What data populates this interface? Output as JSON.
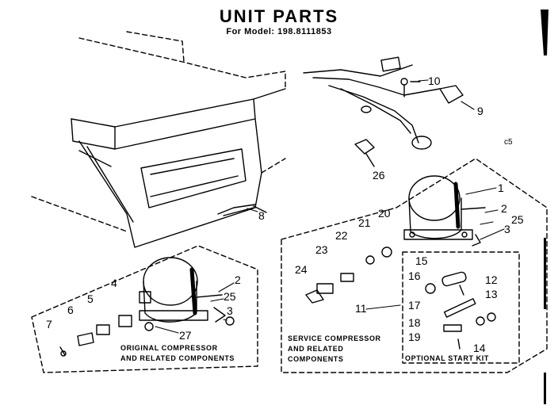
{
  "header": {
    "title": "UNIT PARTS",
    "model_line": "For Model: 198.8111853"
  },
  "page_code": "c5",
  "callouts": [
    "1",
    "2",
    "3",
    "4",
    "5",
    "6",
    "7",
    "8",
    "9",
    "10",
    "11",
    "12",
    "13",
    "14",
    "15",
    "16",
    "17",
    "18",
    "19",
    "20",
    "21",
    "22",
    "23",
    "24",
    "25",
    "26",
    "27"
  ],
  "groups": {
    "original": {
      "line1": "ORIGINAL COMPRESSOR",
      "line2": "AND RELATED COMPONENTS"
    },
    "service": {
      "line1": "SERVICE COMPRESSOR",
      "line2": "AND RELATED",
      "line3": "COMPONENTS"
    },
    "start_kit": {
      "label": "OPTIONAL START KIT"
    }
  }
}
